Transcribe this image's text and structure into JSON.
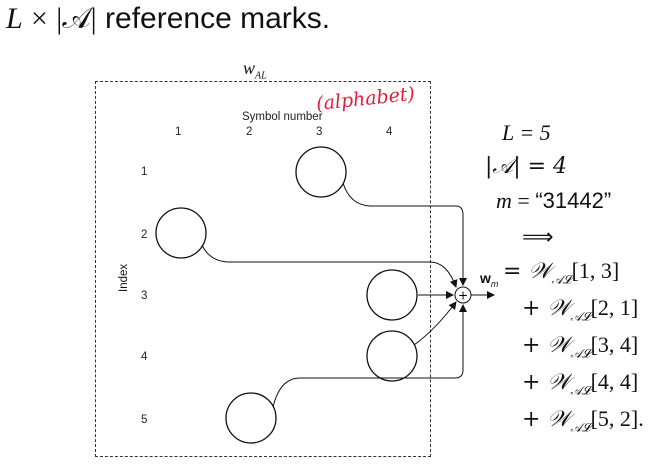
{
  "heading": {
    "symbol_L": "L",
    "times": "×",
    "set": "|𝒜|",
    "text": "reference marks."
  },
  "frame_label": {
    "w": "w",
    "sub": "AL"
  },
  "annotation": "(alphabet)",
  "axis": {
    "symbol_title": "Symbol number",
    "symbol_ticks": [
      "1",
      "2",
      "3",
      "4"
    ],
    "index_title": "Index",
    "index_ticks": [
      "1",
      "2",
      "3",
      "4",
      "5"
    ]
  },
  "circles": [
    {
      "index": 1,
      "symbol": 3
    },
    {
      "index": 2,
      "symbol": 1
    },
    {
      "index": 3,
      "symbol": 4
    },
    {
      "index": 4,
      "symbol": 4
    },
    {
      "index": 5,
      "symbol": 2
    }
  ],
  "sum_node": "+",
  "equations": {
    "L_eq": "L = 5",
    "A_eq": "|𝒜| = 4",
    "m_lhs": "m",
    "m_rhs": "“31442”",
    "implies": "⟹",
    "wm_label": "w",
    "wm_sub": "m",
    "terms": [
      "= 𝒲",
      "+ 𝒲",
      "+ 𝒲",
      "+ 𝒲",
      "+ 𝒲"
    ],
    "term_sub": "𝒜𝓛",
    "term_args": [
      "[1, 3]",
      "[2, 1]",
      "[3, 4]",
      "[4, 4]",
      "[5, 2]."
    ]
  }
}
